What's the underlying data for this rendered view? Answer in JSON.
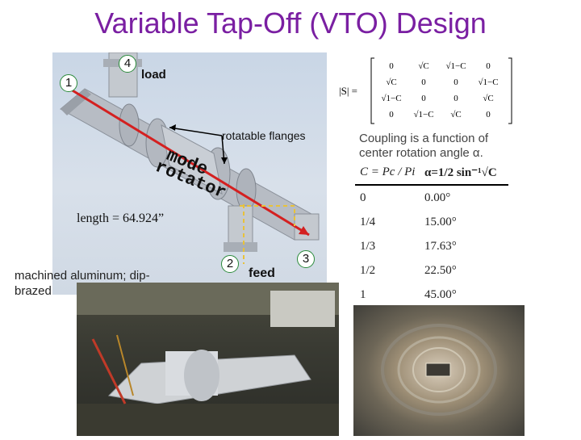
{
  "title": "Variable Tap-Off (VTO) Design",
  "figure": {
    "port_1": "1",
    "port_4": "4",
    "port_2": "2",
    "port_3": "3",
    "load_label": "load",
    "feed_label": "feed",
    "mode_rotator_line1": "mode",
    "mode_rotator_line2": "rotator",
    "rotatable_flanges": "rotatable flanges",
    "length": "length = 64.924”",
    "material": "machined aluminum; dip-brazed"
  },
  "matrix": {
    "label": "|S| =",
    "rows": [
      [
        "0",
        "√C",
        "√1−C",
        "0"
      ],
      [
        "√C",
        "0",
        "0",
        "√1−C"
      ],
      [
        "√1−C",
        "0",
        "0",
        "√C"
      ],
      [
        "0",
        "√1−C",
        "√C",
        "0"
      ]
    ]
  },
  "coupling_text": "Coupling is a function of center rotation angle α.",
  "table": {
    "header_c": "C = Pc / Pi",
    "header_alpha": "α=1/2 sin⁻¹√C",
    "rows": [
      {
        "c": "0",
        "alpha": "0.00°"
      },
      {
        "c": "1/4",
        "alpha": "15.00°"
      },
      {
        "c": "1/3",
        "alpha": "17.63°"
      },
      {
        "c": "1/2",
        "alpha": "22.50°"
      },
      {
        "c": "1",
        "alpha": "45.00°"
      }
    ]
  },
  "colors": {
    "title": "#7a1fa2",
    "arrow": "#d42020",
    "port_circle": "#2a8a3a"
  },
  "icons": [
    "waveguide-render",
    "lab-photo",
    "bore-photo"
  ]
}
